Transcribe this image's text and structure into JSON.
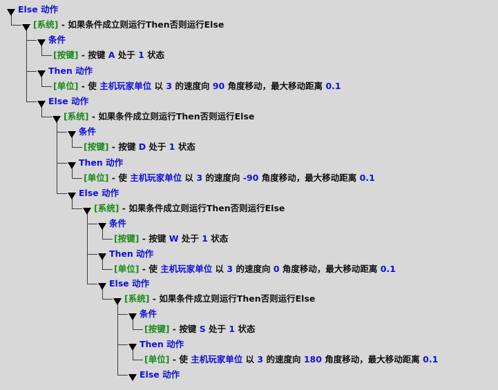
{
  "colors": {
    "background": "#d8d8d8",
    "keyword_blue": "#1010d8",
    "category_green": "#1a8a1a",
    "text": "#111111",
    "tree_lines": "#3a3a3a"
  },
  "icons": {
    "expand": "triangle-down-icon"
  },
  "tree": {
    "l0_else": "Else 动作",
    "l1_system": {
      "tag": "[系统]",
      "text": " - 如果条件成立则运行Then否则运行Else"
    },
    "l2_cond": "条件",
    "l3_key_a": {
      "tag": "[按键]",
      "pre": " - 按键 ",
      "key": "A",
      "mid": " 处于 ",
      "num": "1",
      "post": " 状态"
    },
    "l2_then": "Then 动作",
    "l3_unit_90": {
      "tag": "[单位]",
      "pre": " - 使 ",
      "unit": "主机玩家单位",
      "mid1": " 以 ",
      "speed": "3",
      "mid2": " 的速度向 ",
      "angle": "90",
      "mid3": " 角度移动，最大移动距离 ",
      "dist": "0.1"
    },
    "l2_else": "Else 动作",
    "l3_system": {
      "tag": "[系统]",
      "text": " - 如果条件成立则运行Then否则运行Else"
    },
    "l4_cond": "条件",
    "l5_key_d": {
      "tag": "[按键]",
      "pre": " - 按键 ",
      "key": "D",
      "mid": " 处于 ",
      "num": "1",
      "post": " 状态"
    },
    "l4_then": "Then 动作",
    "l5_unit_m90": {
      "tag": "[单位]",
      "pre": " - 使 ",
      "unit": "主机玩家单位",
      "mid1": " 以 ",
      "speed": "3",
      "mid2": " 的速度向 ",
      "angle": "-90",
      "mid3": " 角度移动，最大移动距离 ",
      "dist": "0.1"
    },
    "l4_else": "Else 动作",
    "l5_system": {
      "tag": "[系统]",
      "text": " - 如果条件成立则运行Then否则运行Else"
    },
    "l6_cond": "条件",
    "l7_key_w": {
      "tag": "[按键]",
      "pre": " - 按键 ",
      "key": "W",
      "mid": " 处于 ",
      "num": "1",
      "post": " 状态"
    },
    "l6_then": "Then 动作",
    "l7_unit_0": {
      "tag": "[单位]",
      "pre": " - 使 ",
      "unit": "主机玩家单位",
      "mid1": " 以 ",
      "speed": "3",
      "mid2": " 的速度向 ",
      "angle": "0",
      "mid3": " 角度移动，最大移动距离 ",
      "dist": "0.1"
    },
    "l6_else": "Else 动作",
    "l7_system": {
      "tag": "[系统]",
      "text": " - 如果条件成立则运行Then否则运行Else"
    },
    "l8_cond": "条件",
    "l9_key_s": {
      "tag": "[按键]",
      "pre": " - 按键 ",
      "key": "S",
      "mid": " 处于 ",
      "num": "1",
      "post": " 状态"
    },
    "l8_then": "Then 动作",
    "l9_unit_180": {
      "tag": "[单位]",
      "pre": " - 使 ",
      "unit": "主机玩家单位",
      "mid1": " 以 ",
      "speed": "3",
      "mid2": " 的速度向 ",
      "angle": "180",
      "mid3": " 角度移动，最大移动距离 ",
      "dist": "0.1"
    },
    "l8_else": "Else 动作"
  }
}
